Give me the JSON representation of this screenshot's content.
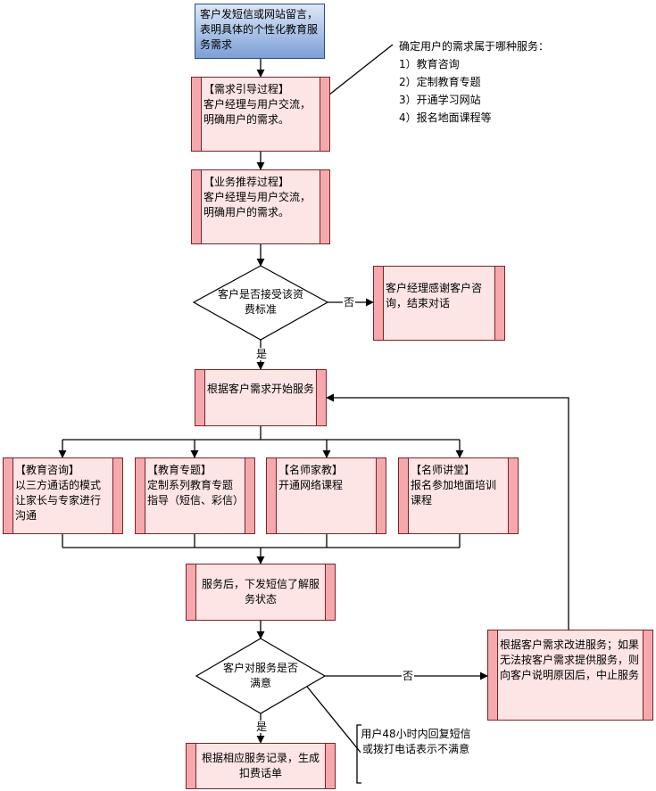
{
  "start": "客户发短信或网站留言，表明具体的个性化教育服务需求",
  "step_need": {
    "title": "【需求引导过程】",
    "body": "客户经理与用户交流，明确用户的需求。"
  },
  "step_recommend": {
    "title": "【业务推荐过程】",
    "body": "客户经理与用户交流，明确用户的需求。"
  },
  "note_services": {
    "heading": "确定用户的需求属于哪种服务：",
    "items": [
      "1）教育咨询",
      "2）定制教育专题",
      "3）开通学习网站",
      "4）报名地面课程等"
    ]
  },
  "decision_fee": "客户是否接受该资费标准",
  "fee_no": "否",
  "fee_yes": "是",
  "end_thanks": "客户经理感谢客户咨询，结束对话",
  "start_service": "根据客户需求开始服务",
  "services": [
    {
      "title": "【教育咨询】",
      "body": "以三方通话的模式让家长与专家进行沟通"
    },
    {
      "title": "【教育专题】",
      "body": "定制系列教育专题指导（短信、彩信）"
    },
    {
      "title": "【名师家教】",
      "body": "开通网络课程"
    },
    {
      "title": "【名师讲堂】",
      "body": "报名参加地面培训课程"
    }
  ],
  "after_service": "服务后，下发短信了解服务状态",
  "decision_satisfied": "客户对服务是否满意",
  "sat_no": "否",
  "sat_yes": "是",
  "improve": "根据客户需求改进服务；如果无法按客户需求提供服务，则向客户说明原因后，中止服务",
  "note_unsatisfied": "用户48小时内回复短信或拨打电话表示不满意",
  "billing": "根据相应服务记录，生成扣费话单"
}
